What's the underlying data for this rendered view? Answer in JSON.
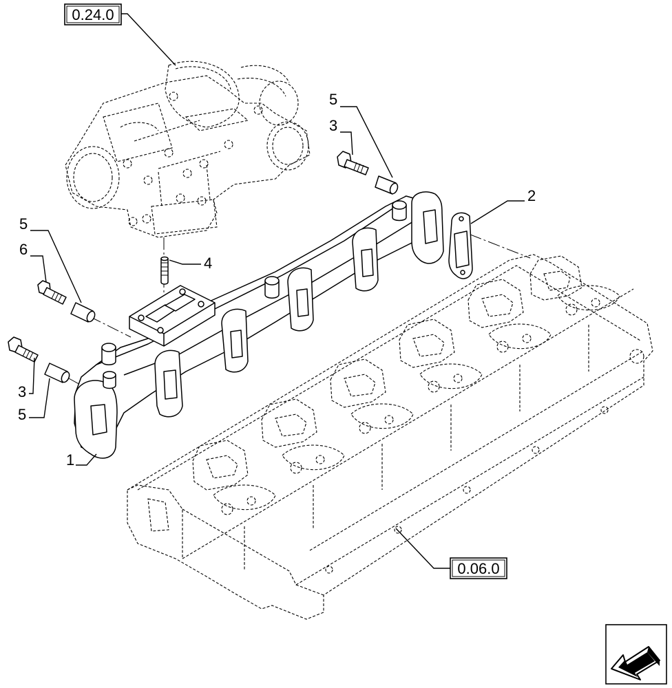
{
  "references": {
    "turbocharger": "0.24.0",
    "cylinder_head": "0.06.0"
  },
  "callouts": {
    "manifold": "1",
    "gasket": "2",
    "screw_rear": "3",
    "screw_front": "3",
    "stud": "4",
    "spacer_rear": "5",
    "spacer_left": "5",
    "spacer_front": "5",
    "screw_left": "6"
  },
  "icons": {
    "navigation": "back-arrow-icon"
  }
}
